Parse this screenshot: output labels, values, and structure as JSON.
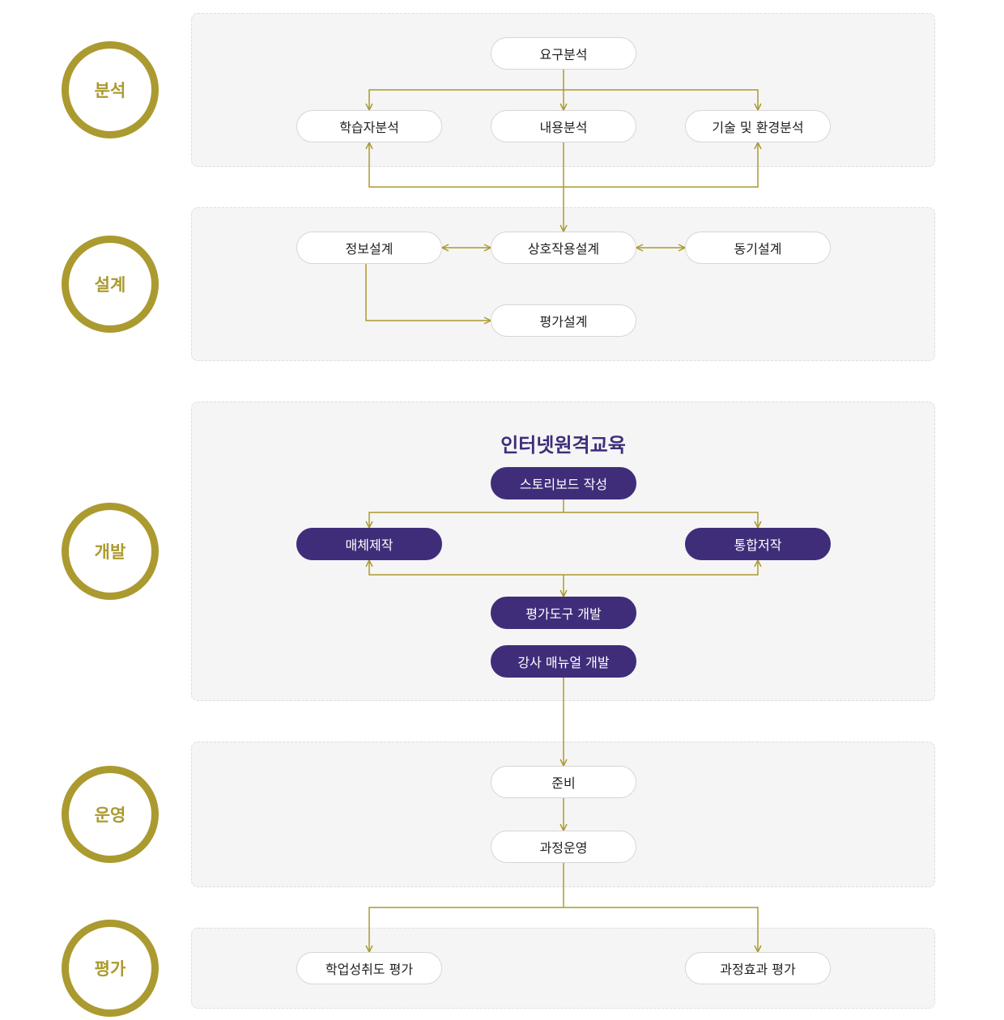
{
  "colors": {
    "accent_gold": "#ab9a2f",
    "accent_purple": "#3f2d7a",
    "panel_bg": "#f5f5f5",
    "node_border": "#d6d6d6"
  },
  "phases": {
    "analysis": "분석",
    "design": "설계",
    "development": "개발",
    "operation": "운영",
    "evaluation": "평가"
  },
  "analysis": {
    "requirements": "요구분석",
    "learner": "학습자분석",
    "content": "내용분석",
    "tech_env": "기술 및 환경분석"
  },
  "design": {
    "information": "정보설계",
    "interaction": "상호작용설계",
    "motivation": "동기설계",
    "assessment": "평가설계"
  },
  "development": {
    "heading": "인터넷원격교육",
    "storyboard": "스토리보드 작성",
    "media": "매체제작",
    "authoring": "통합저작",
    "assessment_tool": "평가도구 개발",
    "instructor_manual": "강사 매뉴얼 개발"
  },
  "operation": {
    "preparation": "준비",
    "course_run": "과정운영"
  },
  "evaluation": {
    "achievement": "학업성취도 평가",
    "effectiveness": "과정효과 평가"
  }
}
